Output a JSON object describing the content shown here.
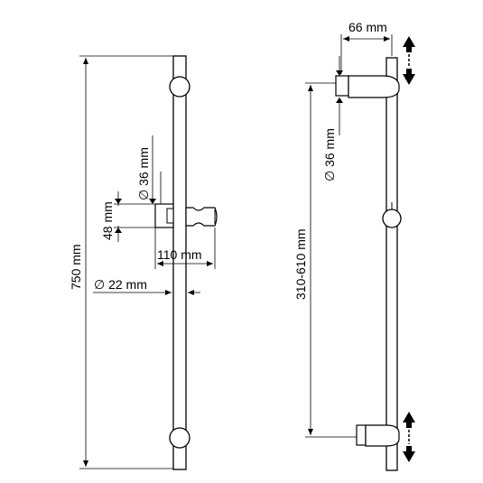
{
  "labels": {
    "total_length": "750 mm",
    "holder_height": "48 mm",
    "holder_diameter_left": "∅ 36 mm",
    "holder_depth": "110 mm",
    "rod_diameter": "∅ 22 mm",
    "bracket_offset": "66 mm",
    "holder_diameter_right": "∅ 36 mm",
    "adjust_range": "310-610 mm"
  },
  "colors": {
    "stroke": "#000000",
    "background": "#ffffff"
  },
  "icons": {
    "adjust_top": "double-arrow-vertical-icon",
    "adjust_bottom": "double-arrow-vertical-icon"
  }
}
